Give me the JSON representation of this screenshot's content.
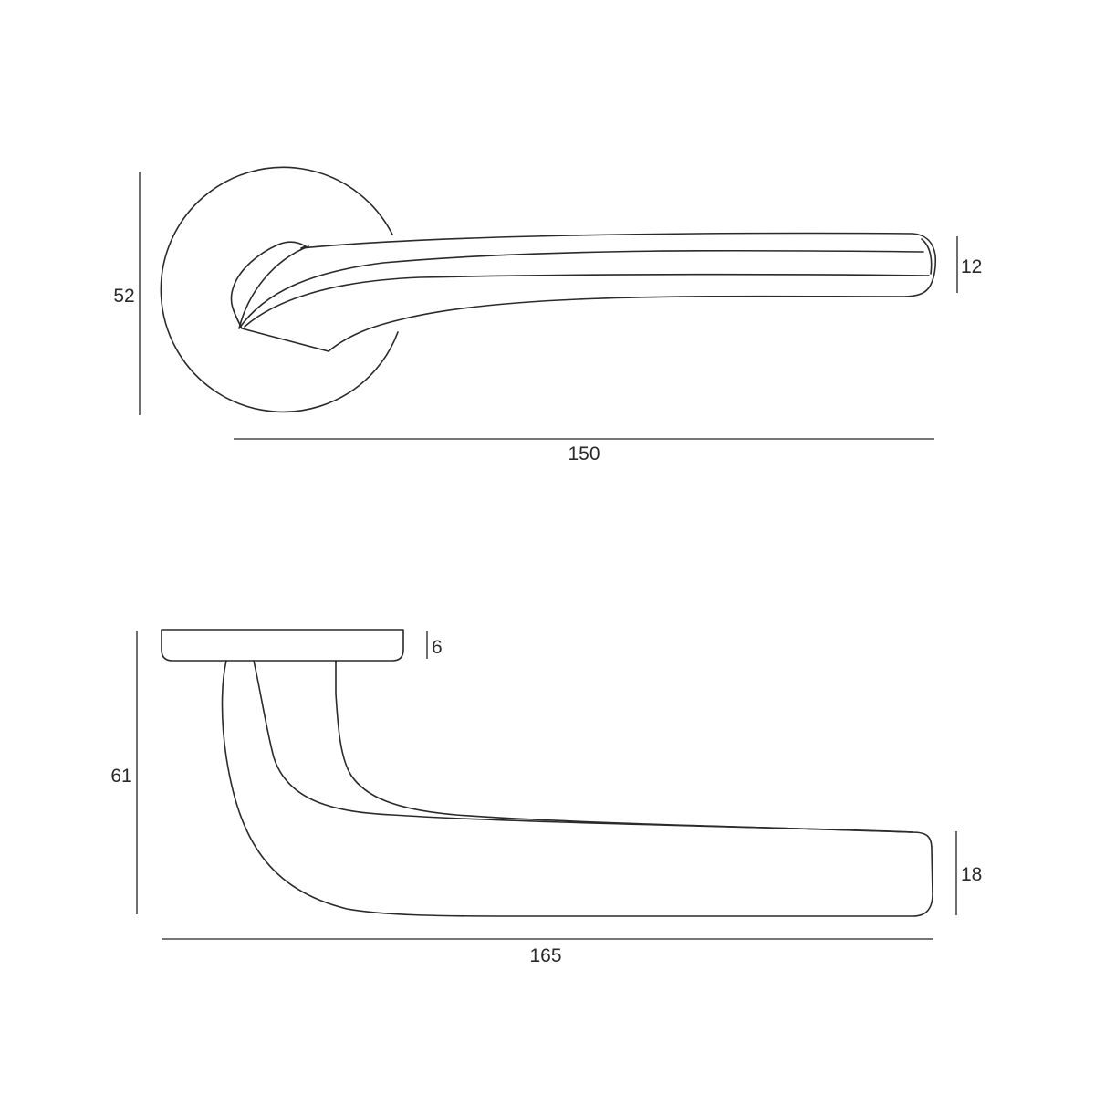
{
  "colors": {
    "line": "#2a2a2a",
    "dimension": "#4a4a4a",
    "background": "#ffffff"
  },
  "top_view": {
    "height_label": "52",
    "lever_thickness_label": "12",
    "length_label": "150"
  },
  "side_view": {
    "rose_thickness_label": "6",
    "height_label": "61",
    "grip_height_label": "18",
    "length_label": "165"
  }
}
